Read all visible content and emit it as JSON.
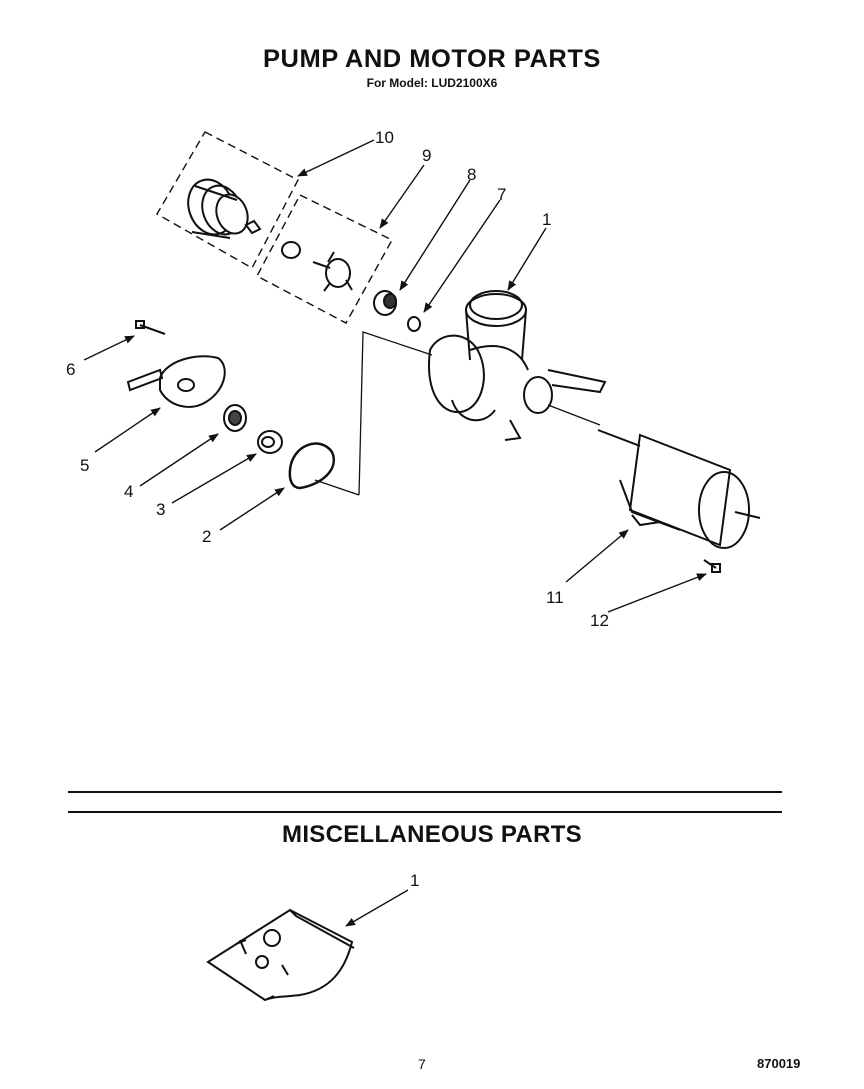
{
  "header": {
    "title": "PUMP AND MOTOR PARTS",
    "model_line": "For Model: LUD2100X6"
  },
  "pump_callouts": {
    "c1": "1",
    "c2": "2",
    "c3": "3",
    "c4": "4",
    "c5": "5",
    "c6": "6",
    "c7": "7",
    "c8": "8",
    "c9": "9",
    "c10": "10",
    "c11": "11",
    "c12": "12"
  },
  "misc": {
    "title": "MISCELLANEOUS PARTS",
    "callout": "1"
  },
  "footer": {
    "page_number": "7",
    "doc_number": "870019"
  }
}
